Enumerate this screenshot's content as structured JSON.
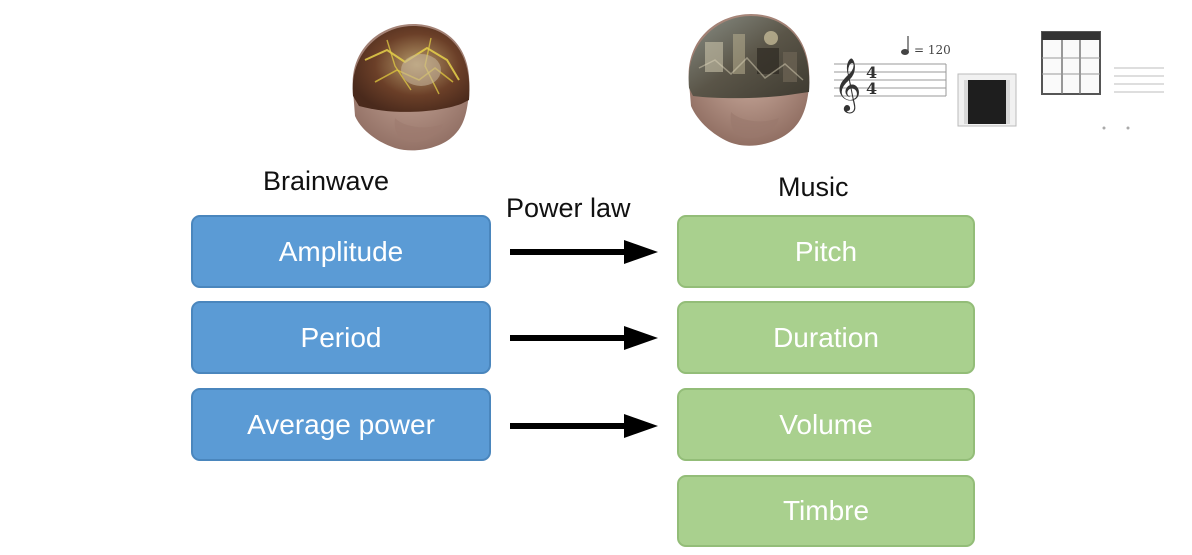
{
  "left_header": "Brainwave",
  "right_header": "Music",
  "mapping_label": "Power law",
  "tempo_mark": "♩= 120",
  "left_boxes": [
    {
      "label": "Amplitude"
    },
    {
      "label": "Period"
    },
    {
      "label": "Average power"
    }
  ],
  "right_boxes": [
    {
      "label": "Pitch"
    },
    {
      "label": "Duration"
    },
    {
      "label": "Volume"
    },
    {
      "label": "Timbre"
    }
  ],
  "colors": {
    "left_box_fill": "#5b9bd5",
    "right_box_fill": "#a9d08e",
    "arrow": "#000000"
  },
  "icons": {
    "left_head": "brain-activity-head-icon",
    "right_head": "music-head-icon",
    "score": "music-score-icon"
  }
}
